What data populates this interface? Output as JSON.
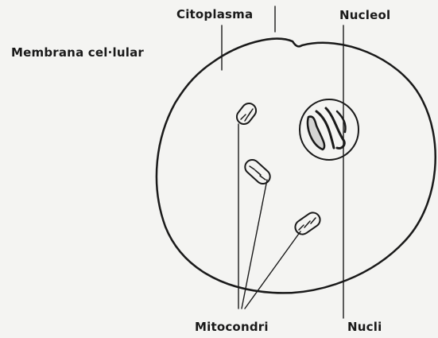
{
  "labels": {
    "citoplasma": "Citoplasma",
    "nucleol": "Nucleol",
    "membrana": "Membrana cel·lular",
    "mitocondri": "Mitocondri",
    "nucli": "Nucli"
  },
  "colors": {
    "ink": "#1a1a1a",
    "paper": "#f4f4f2"
  }
}
